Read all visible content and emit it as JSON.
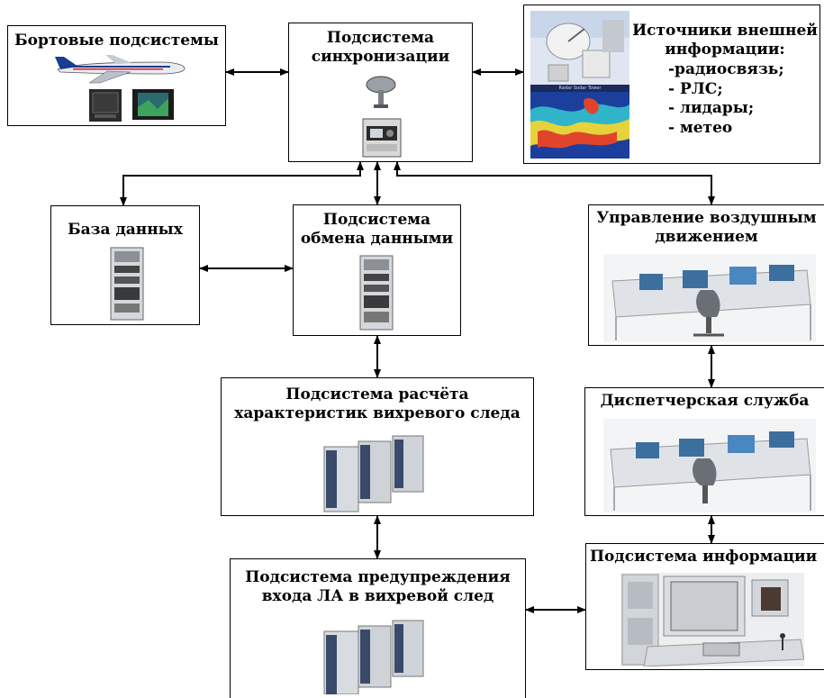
{
  "boxes": {
    "onboard": "Бортовые подсистемы",
    "sync": "Подсистема\nсинхронизации",
    "external": {
      "title": "Источники внешней\nинформации:",
      "items": [
        "-радиосвязь;",
        "- РЛС;",
        "- лидары;",
        "- метео"
      ]
    },
    "database": "База данных",
    "exchange": "Подсистема\nобмена данными",
    "atc": "Управление воздушным\nдвижением",
    "calc": "Подсистема расчёта\nхарактеристик вихревого следа",
    "dispatch": "Диспетчерская служба",
    "warning": "Подсистема предупреждения\nвхода ЛА в вихревой след",
    "info": "Подсистема информации"
  },
  "image_labels": {
    "weather_panel": "Radar Sodar Tower"
  }
}
